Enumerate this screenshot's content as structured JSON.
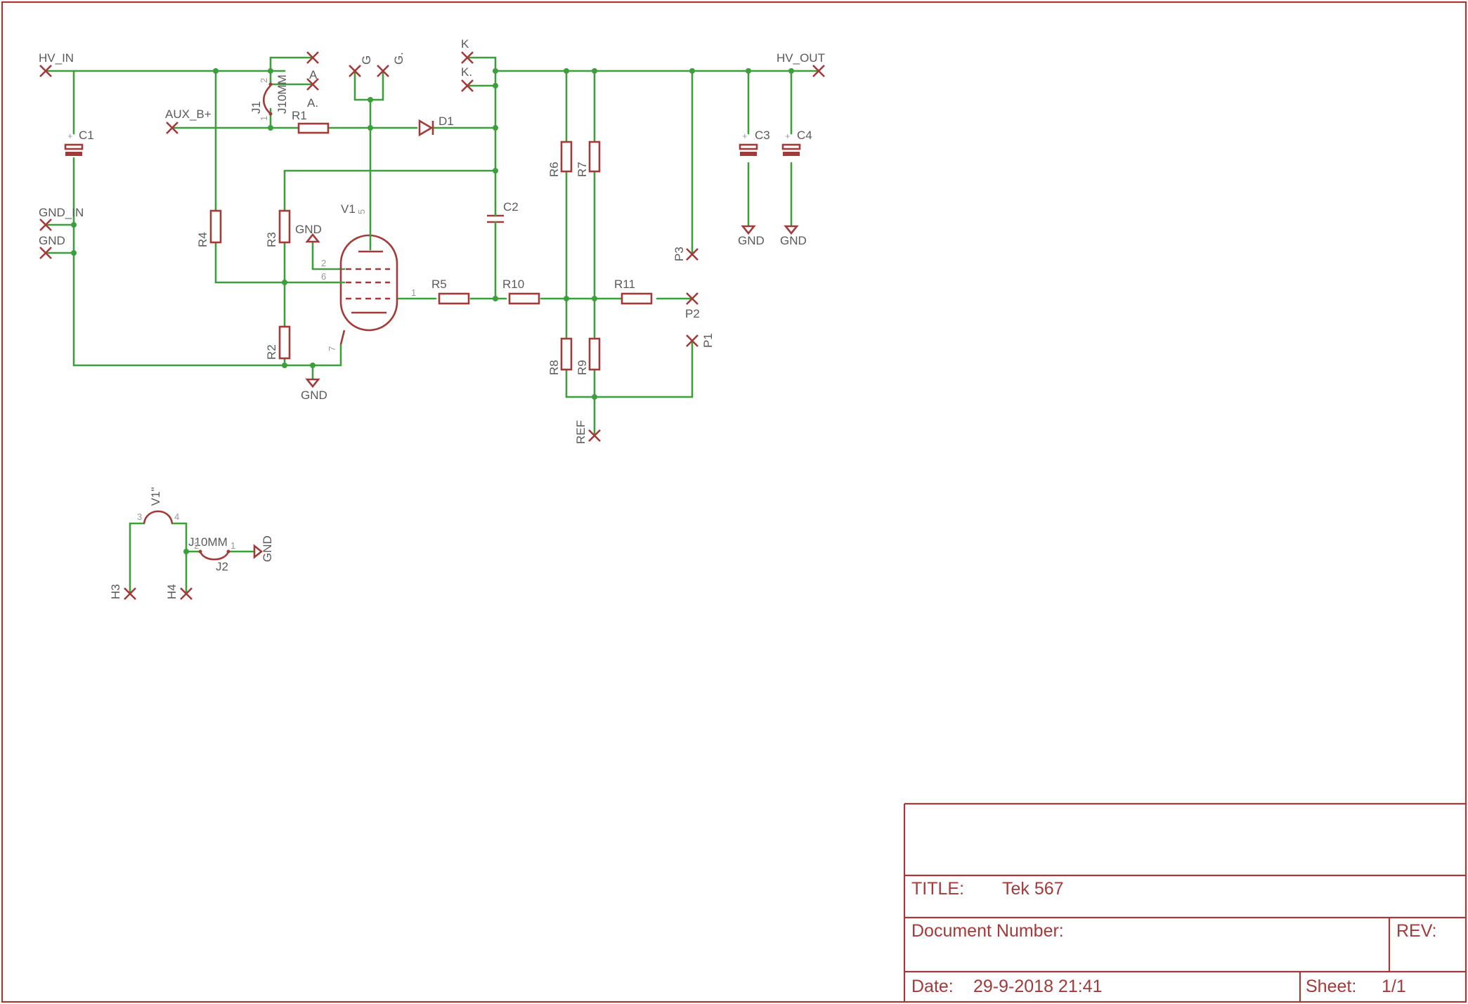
{
  "title_block": {
    "title_label": "TITLE:",
    "title_value": "Tek 567",
    "doc_label": "Document Number:",
    "rev_label": "REV:",
    "date_label": "Date:",
    "date_value": "29-9-2018 21:41",
    "sheet_label": "Sheet:",
    "sheet_value": "1/1"
  },
  "nets": {
    "hv_in": "HV_IN",
    "hv_out": "HV_OUT",
    "gnd_in": "GND_IN",
    "gnd": "GND",
    "aux": "AUX_B+",
    "a": "A",
    "a2": "A.",
    "g": "G",
    "g2": "G.",
    "k": "K",
    "k2": "K.",
    "ref": "REF",
    "p1": "P1",
    "p2": "P2",
    "p3": "P3",
    "h3": "H3",
    "h4": "H4"
  },
  "parts": {
    "c1": "C1",
    "c2": "C2",
    "c3": "C3",
    "c4": "C4",
    "r1": "R1",
    "r2": "R2",
    "r3": "R3",
    "r4": "R4",
    "r5": "R5",
    "r6": "R6",
    "r7": "R7",
    "r8": "R8",
    "r9": "R9",
    "r10": "R10",
    "r11": "R11",
    "d1": "D1",
    "v1": "V1",
    "v1b": "V1\"",
    "j1": "J1",
    "j1v": "J10MM",
    "j2": "J2",
    "j2v": "J10MM"
  },
  "pins": {
    "p1": "1",
    "p2": "2",
    "p3": "3",
    "p4": "4",
    "p5": "5",
    "p6": "6",
    "p7": "7",
    "plus": "+"
  },
  "colors": {
    "wire": "#3d9e3d",
    "part": "#a23a3a",
    "text": "#5a5a5a"
  }
}
